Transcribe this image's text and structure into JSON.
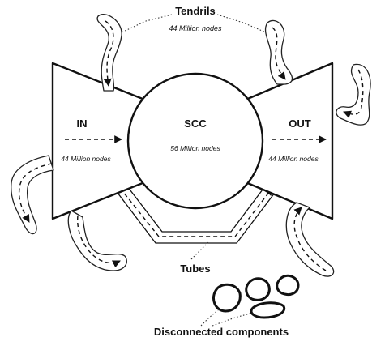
{
  "labels": {
    "tendrils": "Tendrils",
    "tendrils_count": "44 Million nodes",
    "in": "IN",
    "in_count": "44 Million nodes",
    "scc": "SCC",
    "scc_count": "56 Million nodes",
    "out": "OUT",
    "out_count": "44 Million nodes",
    "tubes": "Tubes",
    "disconnected": "Disconnected components"
  },
  "colors": {
    "stroke": "#111111",
    "background": "#ffffff"
  }
}
